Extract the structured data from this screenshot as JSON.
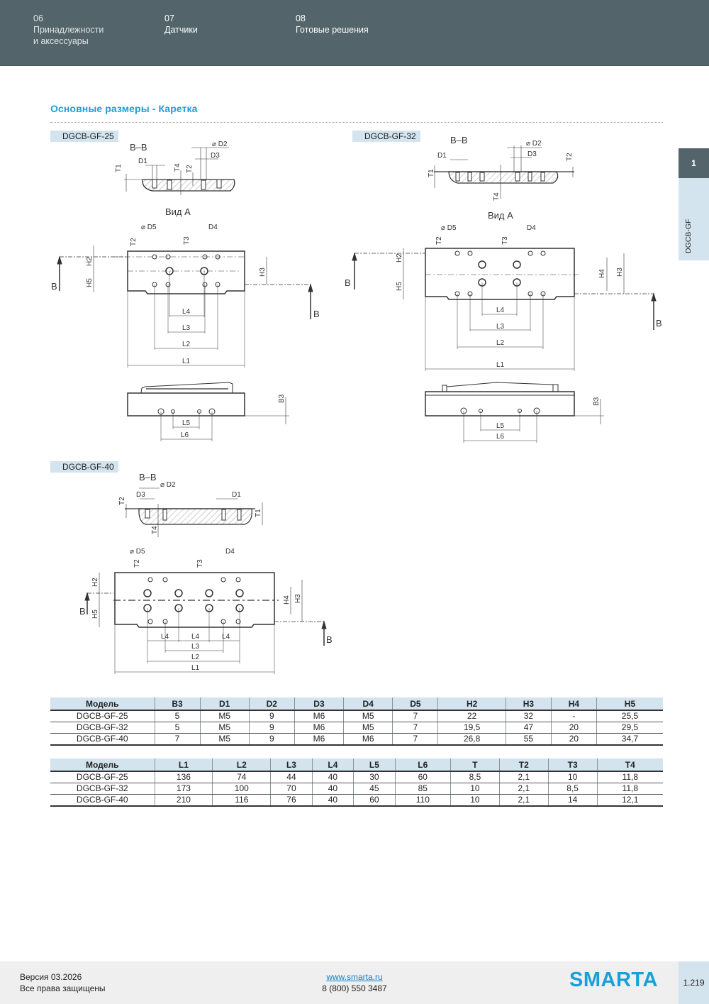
{
  "header": {
    "nav": [
      {
        "num": "06",
        "line1": "Принадлежности",
        "line2": "и аксессуары"
      },
      {
        "num": "07",
        "line1": "Датчики",
        "line2": ""
      },
      {
        "num": "08",
        "line1": "Готовые решения",
        "line2": ""
      }
    ]
  },
  "side_tab": {
    "number": "1",
    "label": "DGCB-GF"
  },
  "section": {
    "title": "Основные размеры - Каретка"
  },
  "drawings": {
    "dgcb25": {
      "model": "DGCB-GF-25",
      "section_label": "B–B",
      "view_label": "Вид A",
      "labels": {
        "D1": "D1",
        "D2": "⌀ D2",
        "D3": "D3",
        "D4": "D4",
        "D5": "⌀ D5",
        "T1": "T1",
        "T2": "T2",
        "T3": "T3",
        "T4": "T4",
        "H2": "H2",
        "H3": "H3",
        "H5": "H5",
        "L1": "L1",
        "L2": "L2",
        "L3": "L3",
        "L4": "L4",
        "L5": "L5",
        "L6": "L6",
        "B3": "B3",
        "B": "B"
      }
    },
    "dgcb32": {
      "model": "DGCB-GF-32",
      "section_label": "B–B",
      "view_label": "Вид A",
      "labels": {
        "D1": "D1",
        "D2": "⌀ D2",
        "D3": "D3",
        "D4": "D4",
        "D5": "⌀ D5",
        "T1": "T1",
        "T2": "T2",
        "T3": "T3",
        "T4": "T4",
        "H2": "H2",
        "H3": "H3",
        "H4": "H4",
        "H5": "H5",
        "L1": "L1",
        "L2": "L2",
        "L3": "L3",
        "L4": "L4",
        "L5": "L5",
        "L6": "L6",
        "B3": "B3",
        "B": "B"
      }
    },
    "dgcb40": {
      "model": "DGCB-GF-40",
      "section_label": "B–B",
      "labels": {
        "D1": "D1",
        "D2": "⌀ D2",
        "D3": "D3",
        "D4": "D4",
        "D5": "⌀ D5",
        "T1": "T1",
        "T2": "T2",
        "T3": "T3",
        "T4": "T4",
        "H2": "H2",
        "H3": "H3",
        "H4": "H4",
        "H5": "H5",
        "L1": "L1",
        "L2": "L2",
        "L3": "L3",
        "L4": "L4",
        "B": "B"
      }
    }
  },
  "table1": {
    "headers": [
      "Модель",
      "B3",
      "D1",
      "D2",
      "D3",
      "D4",
      "D5",
      "H2",
      "H3",
      "H4",
      "H5"
    ],
    "rows": [
      [
        "DGCB-GF-25",
        "5",
        "M5",
        "9",
        "M6",
        "M5",
        "7",
        "22",
        "32",
        "-",
        "25,5"
      ],
      [
        "DGCB-GF-32",
        "5",
        "M5",
        "9",
        "M6",
        "M5",
        "7",
        "19,5",
        "47",
        "20",
        "29,5"
      ],
      [
        "DGCB-GF-40",
        "7",
        "M5",
        "9",
        "M6",
        "M6",
        "7",
        "26,8",
        "55",
        "20",
        "34,7"
      ]
    ]
  },
  "table2": {
    "headers": [
      "Модель",
      "L1",
      "L2",
      "L3",
      "L4",
      "L5",
      "L6",
      "T",
      "T2",
      "T3",
      "T4"
    ],
    "rows": [
      [
        "DGCB-GF-25",
        "136",
        "74",
        "44",
        "40",
        "30",
        "60",
        "8,5",
        "2,1",
        "10",
        "11,8"
      ],
      [
        "DGCB-GF-32",
        "173",
        "100",
        "70",
        "40",
        "45",
        "85",
        "10",
        "2,1",
        "8,5",
        "11,8"
      ],
      [
        "DGCB-GF-40",
        "210",
        "116",
        "76",
        "40",
        "60",
        "110",
        "10",
        "2,1",
        "14",
        "12,1"
      ]
    ]
  },
  "footer": {
    "version": "Версия 03.2026",
    "rights": "Все права защищены",
    "website": "www.smarta.ru",
    "phone": "8 (800) 550 3487",
    "brand": "SMARTA",
    "page": "1.219"
  }
}
